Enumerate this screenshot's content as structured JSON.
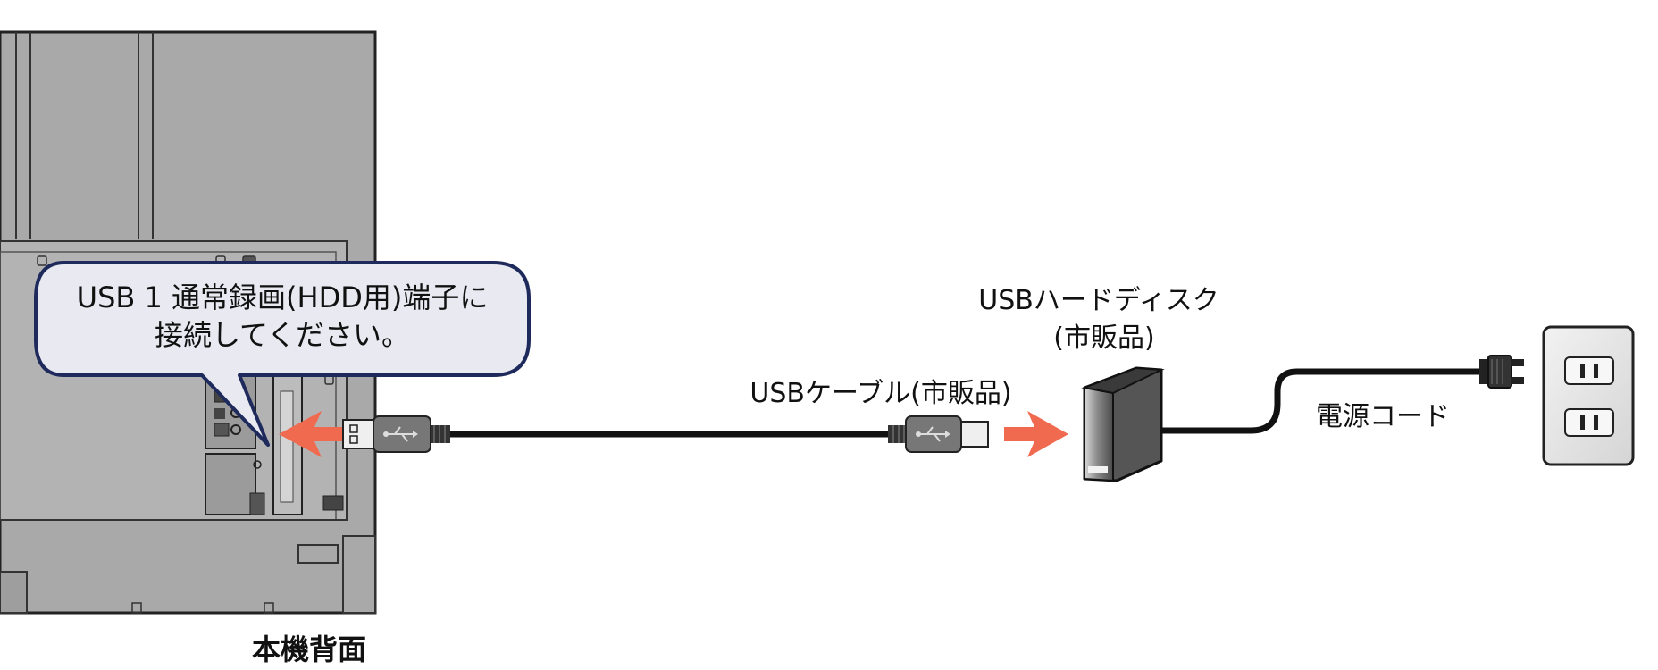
{
  "callout": {
    "line1": "USB 1 通常録画(HDD用)端子に",
    "line2": "接続してください。"
  },
  "labels": {
    "tv_back": "本機背面",
    "usb_cable": "USBケーブル(市販品)",
    "hdd_line1": "USBハードディスク",
    "hdd_line2": "(市販品)",
    "power_cord": "電源コード"
  },
  "colors": {
    "arrow": "#f06a50",
    "tv_body": "#a9a9a9",
    "callout_fill": "#e8e9f1",
    "callout_border": "#1e2a5c"
  }
}
